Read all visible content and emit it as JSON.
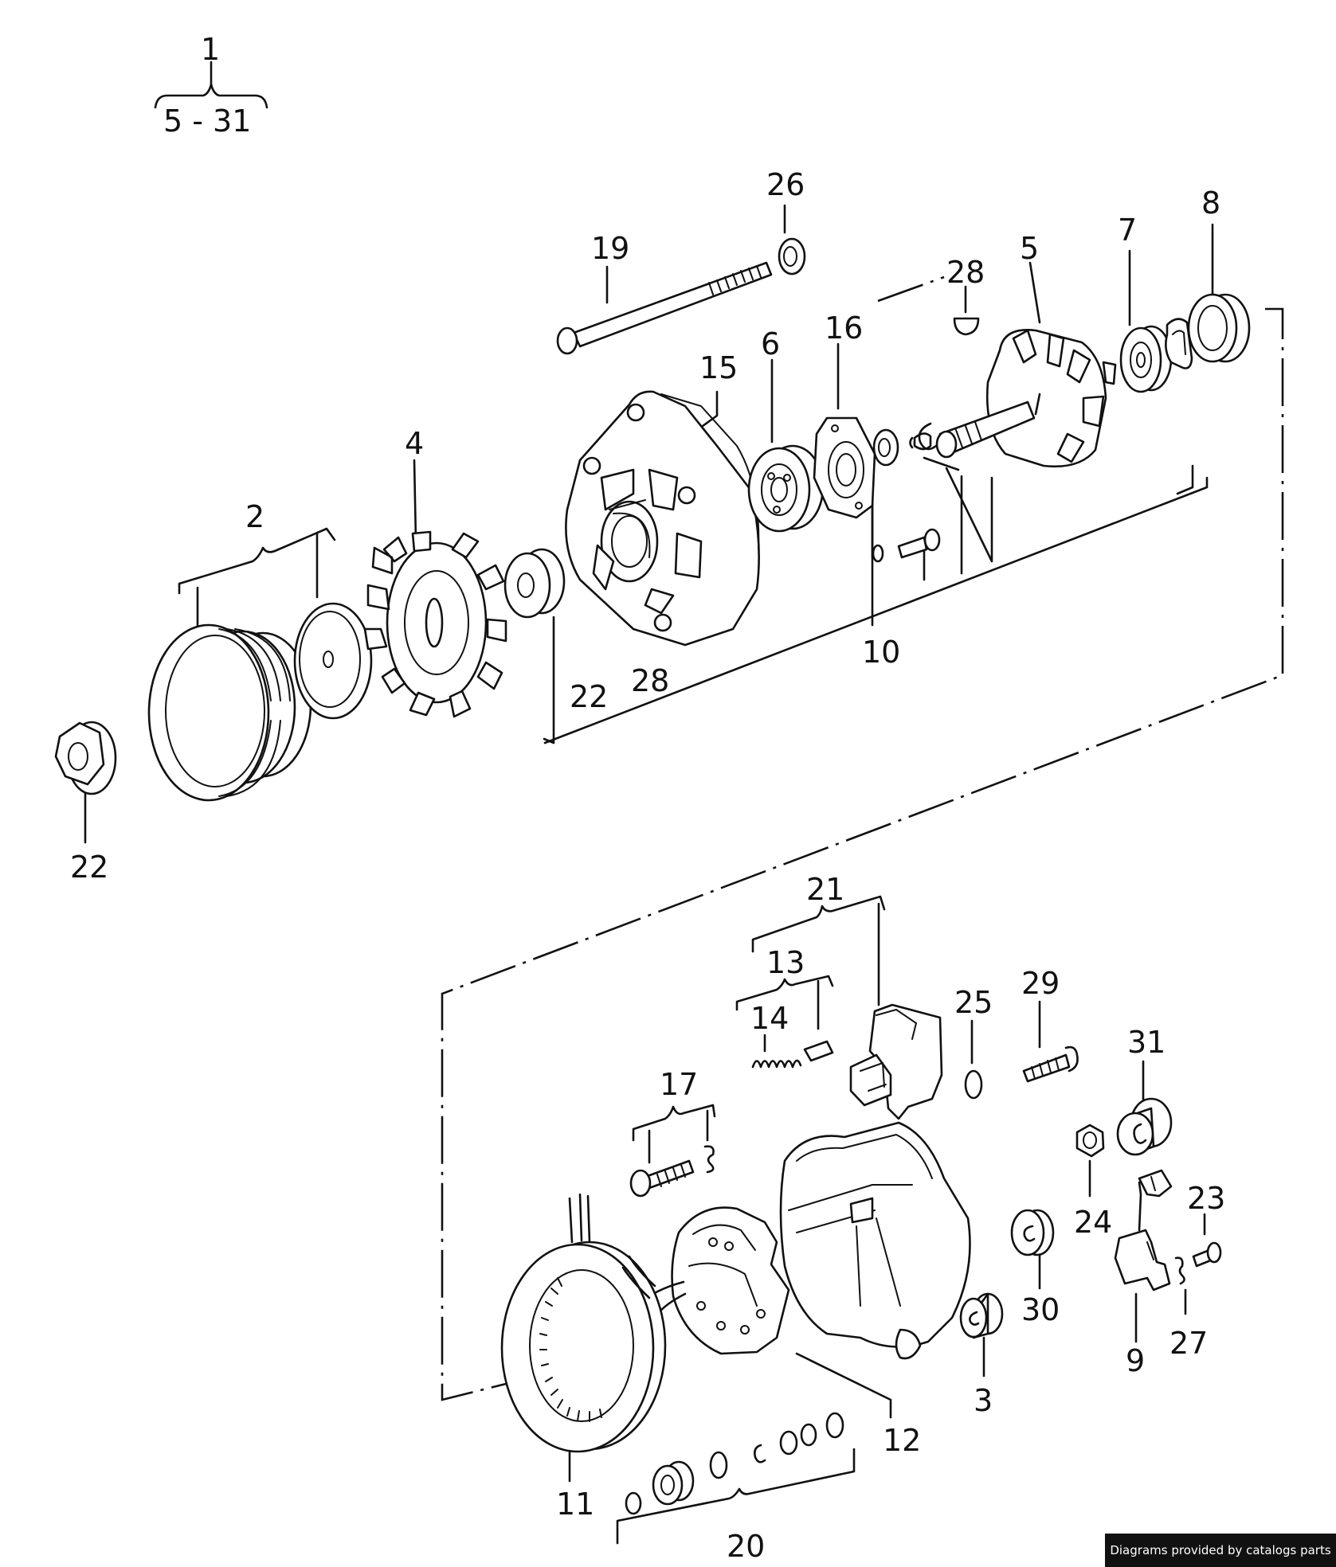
{
  "labels": {
    "l1": "1",
    "l5_31": "5 - 31",
    "l2": "2",
    "l3": "3",
    "l4": "4",
    "l5": "5",
    "l6": "6",
    "l7": "7",
    "l8": "8",
    "l9": "9",
    "l10": "10",
    "l11": "11",
    "l12": "12",
    "l13": "13",
    "l14": "14",
    "l15": "15",
    "l16": "16",
    "l17": "17",
    "l19": "19",
    "l20": "20",
    "l21": "21",
    "l22a": "22",
    "l22b": "22",
    "l23": "23",
    "l24": "24",
    "l25": "25",
    "l26": "26",
    "l27": "27",
    "l28a": "28",
    "l28b": "28",
    "l29": "29",
    "l30": "30",
    "l31": "31"
  },
  "footer": {
    "credit": "Diagrams provided by catalogs parts"
  }
}
